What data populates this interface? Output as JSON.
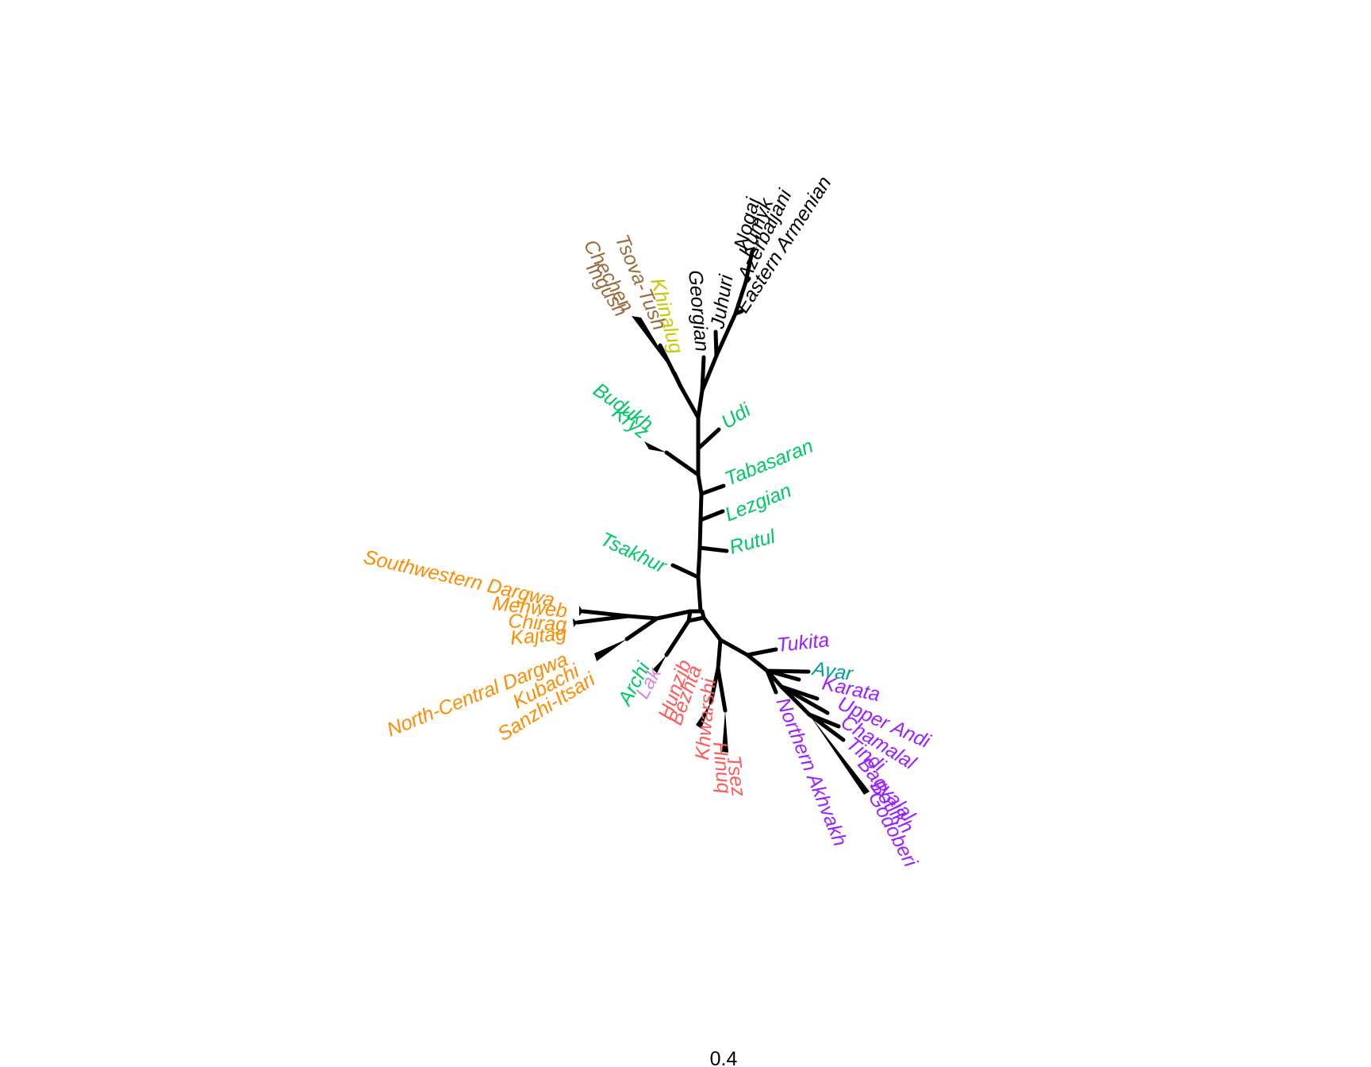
{
  "tree": {
    "scale_label": "0.4",
    "colors": {
      "black": "#000000",
      "brown": "#9b6a3a",
      "yellow": "#c8c800",
      "green": "#00c864",
      "orange": "#ff8c00",
      "pink": "#d98ad9",
      "red": "#ff5a5a",
      "purple": "#9b1fff",
      "teal": "#00a0a0"
    },
    "tips": {
      "nogai": {
        "label": "Nogai",
        "color": "black"
      },
      "kumyk": {
        "label": "Kumyk",
        "color": "black"
      },
      "azerbaijani": {
        "label": "Azerbaijani",
        "color": "black"
      },
      "eastern_armenian": {
        "label": "Eastern Armenian",
        "color": "black"
      },
      "juhuri": {
        "label": "Juhuri",
        "color": "black"
      },
      "georgian": {
        "label": "Georgian",
        "color": "black"
      },
      "khinalug": {
        "label": "Khinalug",
        "color": "yellow"
      },
      "tsova_tush": {
        "label": "Tsova-Tush",
        "color": "brown"
      },
      "chechen": {
        "label": "Chechen",
        "color": "brown"
      },
      "ingush": {
        "label": "Ingush",
        "color": "brown"
      },
      "budukh": {
        "label": "Budukh",
        "color": "green"
      },
      "kryz": {
        "label": "Kryz",
        "color": "green"
      },
      "udi": {
        "label": "Udi",
        "color": "green"
      },
      "tabasaran": {
        "label": "Tabasaran",
        "color": "green"
      },
      "lezgian": {
        "label": "Lezgian",
        "color": "green"
      },
      "rutul": {
        "label": "Rutul",
        "color": "green"
      },
      "tsakhur": {
        "label": "Tsakhur",
        "color": "green"
      },
      "southwestern_dargwa": {
        "label": "Southwestern Dargwa",
        "color": "orange"
      },
      "mehweb": {
        "label": "Mehweb",
        "color": "orange"
      },
      "chirag": {
        "label": "Chirag",
        "color": "orange"
      },
      "kajtag": {
        "label": "Kajtag",
        "color": "orange"
      },
      "north_central_dargwa": {
        "label": "North-Central Dargwa",
        "color": "orange"
      },
      "kubachi": {
        "label": "Kubachi",
        "color": "orange"
      },
      "sanzhi_itsari": {
        "label": "Sanzhi-Itsari",
        "color": "orange"
      },
      "archi": {
        "label": "Archi",
        "color": "green"
      },
      "lak": {
        "label": "Lak",
        "color": "pink"
      },
      "hunzib": {
        "label": "Hunzib",
        "color": "red"
      },
      "bezhta": {
        "label": "Bezhta",
        "color": "red"
      },
      "khwarshi": {
        "label": "Khwarshi",
        "color": "red"
      },
      "hinuq": {
        "label": "Hinuq",
        "color": "red"
      },
      "tsez": {
        "label": "Tsez",
        "color": "red"
      },
      "tukita": {
        "label": "Tukita",
        "color": "purple"
      },
      "avar": {
        "label": "Avar",
        "color": "teal"
      },
      "karata": {
        "label": "Karata",
        "color": "purple"
      },
      "upper_andi": {
        "label": "Upper Andi",
        "color": "purple"
      },
      "chamalal": {
        "label": "Chamalal",
        "color": "purple"
      },
      "tindi": {
        "label": "Tindi",
        "color": "purple"
      },
      "bagvalal": {
        "label": "Bagvalal",
        "color": "purple"
      },
      "botlikh": {
        "label": "Botlikh",
        "color": "purple"
      },
      "godoberi": {
        "label": "Godoberi",
        "color": "purple"
      },
      "northern_akhvakh": {
        "label": "Northern Akhvakh",
        "color": "purple"
      }
    }
  }
}
